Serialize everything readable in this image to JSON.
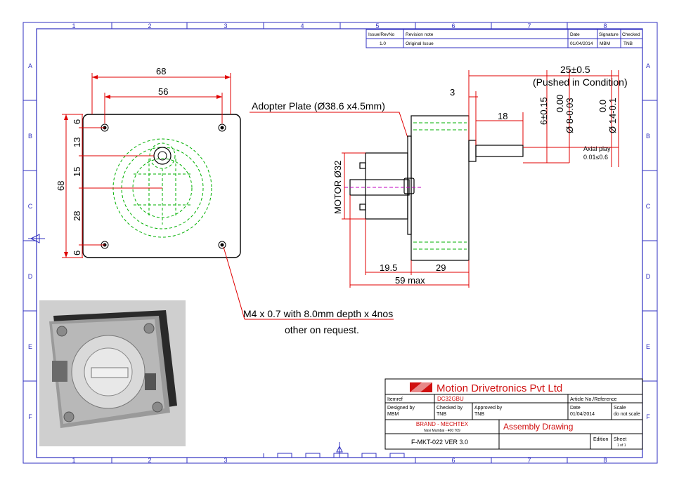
{
  "border": {
    "cols_top": [
      "1",
      "2",
      "3",
      "4",
      "5",
      "6",
      "7",
      "8"
    ],
    "cols_bottom": [
      "1",
      "2",
      "3",
      "6",
      "7",
      "8"
    ],
    "rows": [
      "A",
      "B",
      "C",
      "D",
      "E",
      "F"
    ]
  },
  "revision": {
    "headers": [
      "Issue/RevNo",
      "Revision note",
      "Date",
      "Signature",
      "Checked"
    ],
    "rows": [
      [
        "1.0",
        "Original Issue",
        "01/04/2014",
        "MBM",
        "TNB"
      ]
    ]
  },
  "front_view": {
    "dim_68_top": "68",
    "dim_56": "56",
    "dim_68_side": "68",
    "left_dims": [
      "6",
      "13",
      "15",
      "28",
      "6"
    ],
    "callout_adopter": "Adopter Plate (Ø38.6 x4.5mm)",
    "callout_thread_1": "M4 x 0.7 with 8.0mm depth x 4nos",
    "callout_thread_2": "other on request."
  },
  "side_view": {
    "motor_dia": "MOTOR Ø32",
    "dim_3": "3",
    "dim_18": "18",
    "dim_25": "25±0.5",
    "pushed": "(Pushed in Condition)",
    "dim_6": "6±0.15",
    "dim_8_tol": "0.00",
    "dim_8": "Ø 8-0.03",
    "dim_14_tol": "0.0",
    "dim_14": "Ø 14-0.1",
    "axial_1": "Axial play",
    "axial_2": "0.01≤0.6",
    "dim_195": "19.5",
    "dim_29": "29",
    "dim_59": "59 max"
  },
  "title_block": {
    "company": "Motion Drivetronics Pvt Ltd",
    "item_ref_label": "Itemref",
    "item_ref": "DC32GBU",
    "article_label": "Article No./Reference",
    "designed_label": "Designed by",
    "designed": "MBM",
    "checked_label": "Checked by",
    "checked": "TNB",
    "approved_label": "Approved by",
    "approved": "TNB",
    "date_label": "Date",
    "date": "01/04/2014",
    "scale_label": "Scale",
    "scale": "do not scale",
    "brand": "BRAND - MECHTEX",
    "brand_sub": "Navi Mumbai - 400 709",
    "doc_type": "Assembly Drawing",
    "form_no": "F-MKT-022 VER 3.0",
    "edition_label": "Edition",
    "sheet_label": "Sheet",
    "sheet": "1 of 1"
  },
  "colors": {
    "frame": "#3030c0",
    "dim": "#e00000",
    "hidden": "#00b000",
    "ink": "#000000",
    "title_red": "#d01010"
  }
}
